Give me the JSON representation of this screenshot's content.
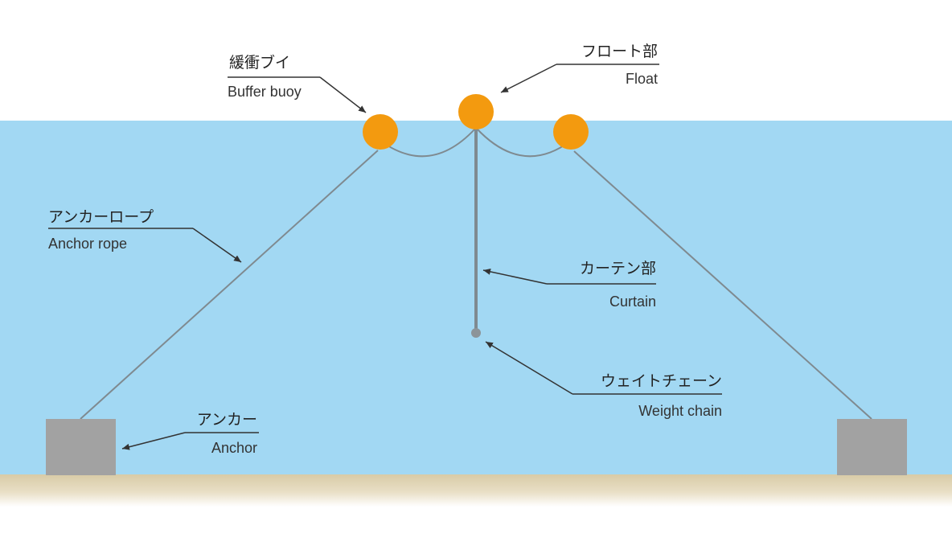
{
  "colors": {
    "sky": "#ffffff",
    "water": "#a2d8f3",
    "seabed": "#d8cba6",
    "buoy": "#f39a0f",
    "anchor_block": "#a2a2a2",
    "rope": "#7f8a90",
    "leader": "#333333"
  },
  "labels": {
    "buffer_buoy": {
      "ja": "緩衝ブイ",
      "en": "Buffer buoy"
    },
    "float": {
      "ja": "フロート部",
      "en": "Float"
    },
    "anchor_rope": {
      "ja": "アンカーロープ",
      "en": "Anchor rope"
    },
    "curtain": {
      "ja": "カーテン部",
      "en": "Curtain"
    },
    "weight_chain": {
      "ja": "ウェイトチェーン",
      "en": "Weight chain"
    },
    "anchor": {
      "ja": "アンカー",
      "en": "Anchor"
    }
  }
}
